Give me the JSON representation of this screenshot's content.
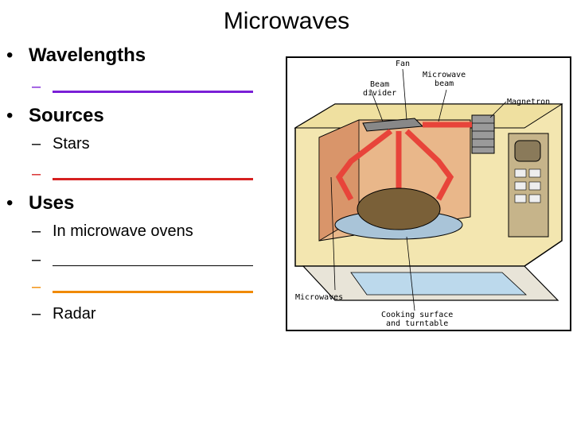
{
  "slide": {
    "title": "Microwaves",
    "bullets": [
      {
        "label": "Wavelengths",
        "sub": [
          {
            "text": "",
            "blank": true,
            "blank_color": "#7a1fd6"
          }
        ]
      },
      {
        "label": "Sources",
        "sub": [
          {
            "text": "Stars",
            "blank": false
          },
          {
            "text": "",
            "blank": true,
            "blank_color": "#d62020"
          }
        ]
      },
      {
        "label": "Uses",
        "sub": [
          {
            "text": "In microwave ovens",
            "blank": false
          },
          {
            "text": "",
            "blank": true,
            "blank_color": "#000000"
          },
          {
            "text": "",
            "blank": true,
            "blank_color": "#f08a00"
          },
          {
            "text": "Radar",
            "blank": false
          }
        ]
      }
    ]
  },
  "figure": {
    "labels": {
      "fan": "Fan",
      "beam_divider": "Beam\ndivider",
      "microwave_beam": "Microwave\nbeam",
      "magnetron": "Magnetron",
      "microwaves": "Microwaves",
      "cooking_surface": "Cooking surface\nand turntable"
    },
    "colors": {
      "oven_body": "#f3e6b0",
      "oven_interior": "#e9b78a",
      "beam_red": "#e8443a",
      "turkey": "#7a6038",
      "glass": "#bcd9ec"
    }
  }
}
